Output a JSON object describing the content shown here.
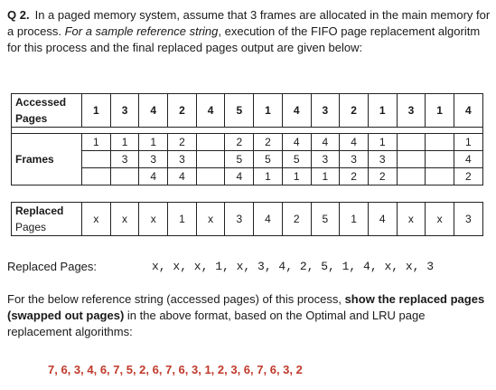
{
  "question": {
    "label": "Q 2.",
    "intro_a": "In a paged memory system, assume that 3 frames are allocated in the main memory for a process. ",
    "intro_em": "For a sample reference string",
    "intro_b": ", execution of the FIFO page replacement algoritm for this process and the final replaced pages output are given below:"
  },
  "table1": {
    "accessed_label_1": "Accessed",
    "accessed_label_2": "Pages",
    "accessed": [
      "1",
      "3",
      "4",
      "2",
      "4",
      "5",
      "1",
      "4",
      "3",
      "2",
      "1",
      "3",
      "1",
      "4"
    ],
    "frames_label": "Frames",
    "frames": [
      [
        "1",
        "1",
        "1",
        "2",
        "",
        "2",
        "2",
        "4",
        "4",
        "4",
        "1",
        "",
        "",
        "1"
      ],
      [
        "",
        "3",
        "3",
        "3",
        "",
        "5",
        "5",
        "5",
        "3",
        "3",
        "3",
        "",
        "",
        "4"
      ],
      [
        "",
        "",
        "4",
        "4",
        "",
        "4",
        "1",
        "1",
        "1",
        "2",
        "2",
        "",
        "",
        "2"
      ]
    ]
  },
  "table2": {
    "label_1": "Replaced",
    "label_2": "Pages",
    "values": [
      "x",
      "x",
      "x",
      "1",
      "x",
      "3",
      "4",
      "2",
      "5",
      "1",
      "4",
      "x",
      "x",
      "3"
    ]
  },
  "replaced_line": {
    "label": "Replaced Pages:",
    "sequence": "x, x, x, 1, x, 3, 4, 2, 5, 1, 4, x, x, 3"
  },
  "instruction": {
    "a": "For the below reference string (accessed pages) of this process, ",
    "bold": "show the replaced pages (swapped out pages)",
    "b": " in the above format, based on the Optimal and LRU page replacement algorithms:"
  },
  "reference_string": "7, 6, 3, 4, 6, 7, 5, 2, 6, 7, 6, 3, 1, 2, 3, 6, 7, 6, 3, 2"
}
